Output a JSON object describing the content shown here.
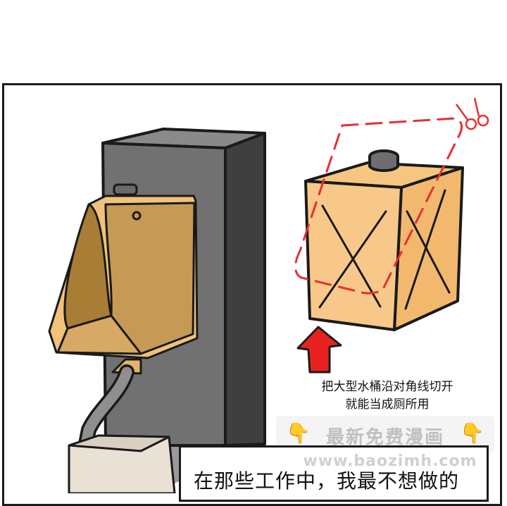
{
  "caption": {
    "line1": "把大型水桶沿对角线切开",
    "line2": "就能当成厕所用"
  },
  "watermark": {
    "title": "最新免费漫画",
    "url": "www.baozimh.com"
  },
  "speech": {
    "text": "在那些工作中，我最不想做的"
  },
  "colors": {
    "bucket": "#f8c57a",
    "urinal": "#c9a15c",
    "pillar": "#6f6f6f",
    "cap": "#777777",
    "arrow": "#e8231f",
    "cut_line": "#e53030",
    "outline": "#1a1a1a"
  },
  "icons": [
    "scissors-icon",
    "up-arrow-icon",
    "pointing-hand-icon"
  ]
}
